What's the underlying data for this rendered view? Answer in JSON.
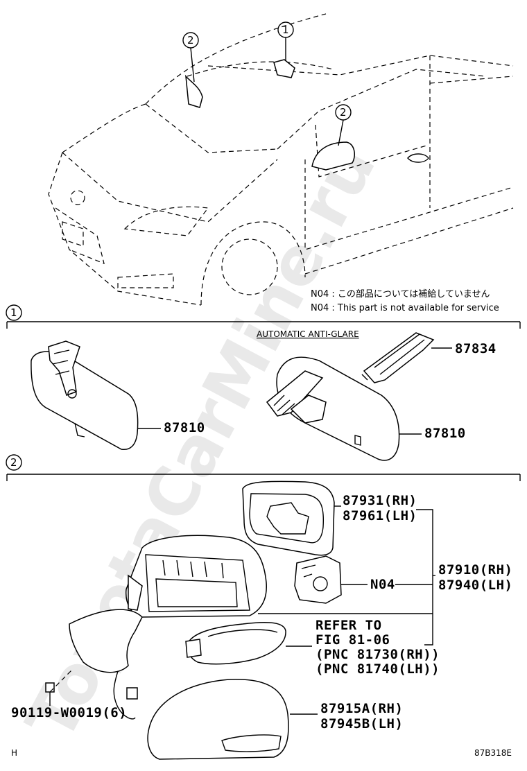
{
  "callouts": {
    "one": "1",
    "two": "2"
  },
  "notes": {
    "jp": "N04 :  この部品については補給していません",
    "en": "N04 :  This part is not available for service"
  },
  "section1": {
    "header": "AUTOMATIC ANTI-GLARE",
    "parts": {
      "mirror_left": "87810",
      "mirror_right": "87810",
      "bracket": "87834"
    }
  },
  "section2": {
    "glass_rh": "87931(RH)",
    "glass_lh": "87961(LH)",
    "assy_rh": "87910(RH)",
    "assy_lh": "87940(LH)",
    "motor": "N04",
    "refer": [
      "REFER TO",
      "FIG 81-06",
      "(PNC 81730(RH))",
      "(PNC 81740(LH))"
    ],
    "cover_rh": "87915A(RH)",
    "cover_lh": "87945B(LH)",
    "screw": "90119-W0019(6)"
  },
  "footer": {
    "left": "H",
    "code": "87B318E"
  },
  "watermark": "ToyotaCarMine.ru"
}
